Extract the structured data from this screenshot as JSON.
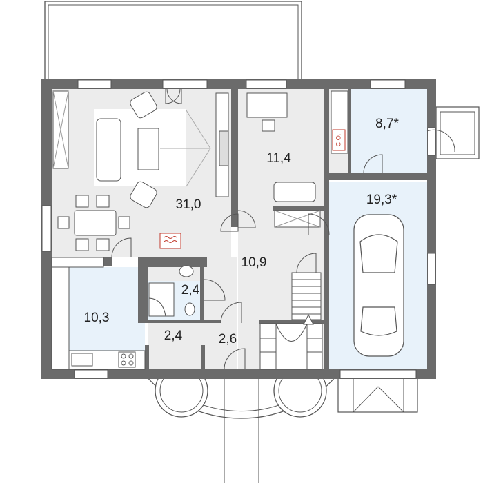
{
  "colors": {
    "wall": "#6b6b6b",
    "floor_gray": "#ececec",
    "floor_blue": "#e8f2fa",
    "line": "#555555",
    "accent": "#c0392b"
  },
  "rooms": {
    "living": {
      "area": "31,0"
    },
    "office": {
      "area": "11,4"
    },
    "boiler": {
      "area": "8,7*"
    },
    "garage": {
      "area": "19,3*"
    },
    "hall": {
      "area": "10,9"
    },
    "kitchen": {
      "area": "10,3"
    },
    "bath": {
      "area": "2,4"
    },
    "closet": {
      "area": "2,4"
    },
    "vestibule": {
      "area": "2,6"
    }
  },
  "boiler_badge": {
    "text": "C.O."
  }
}
